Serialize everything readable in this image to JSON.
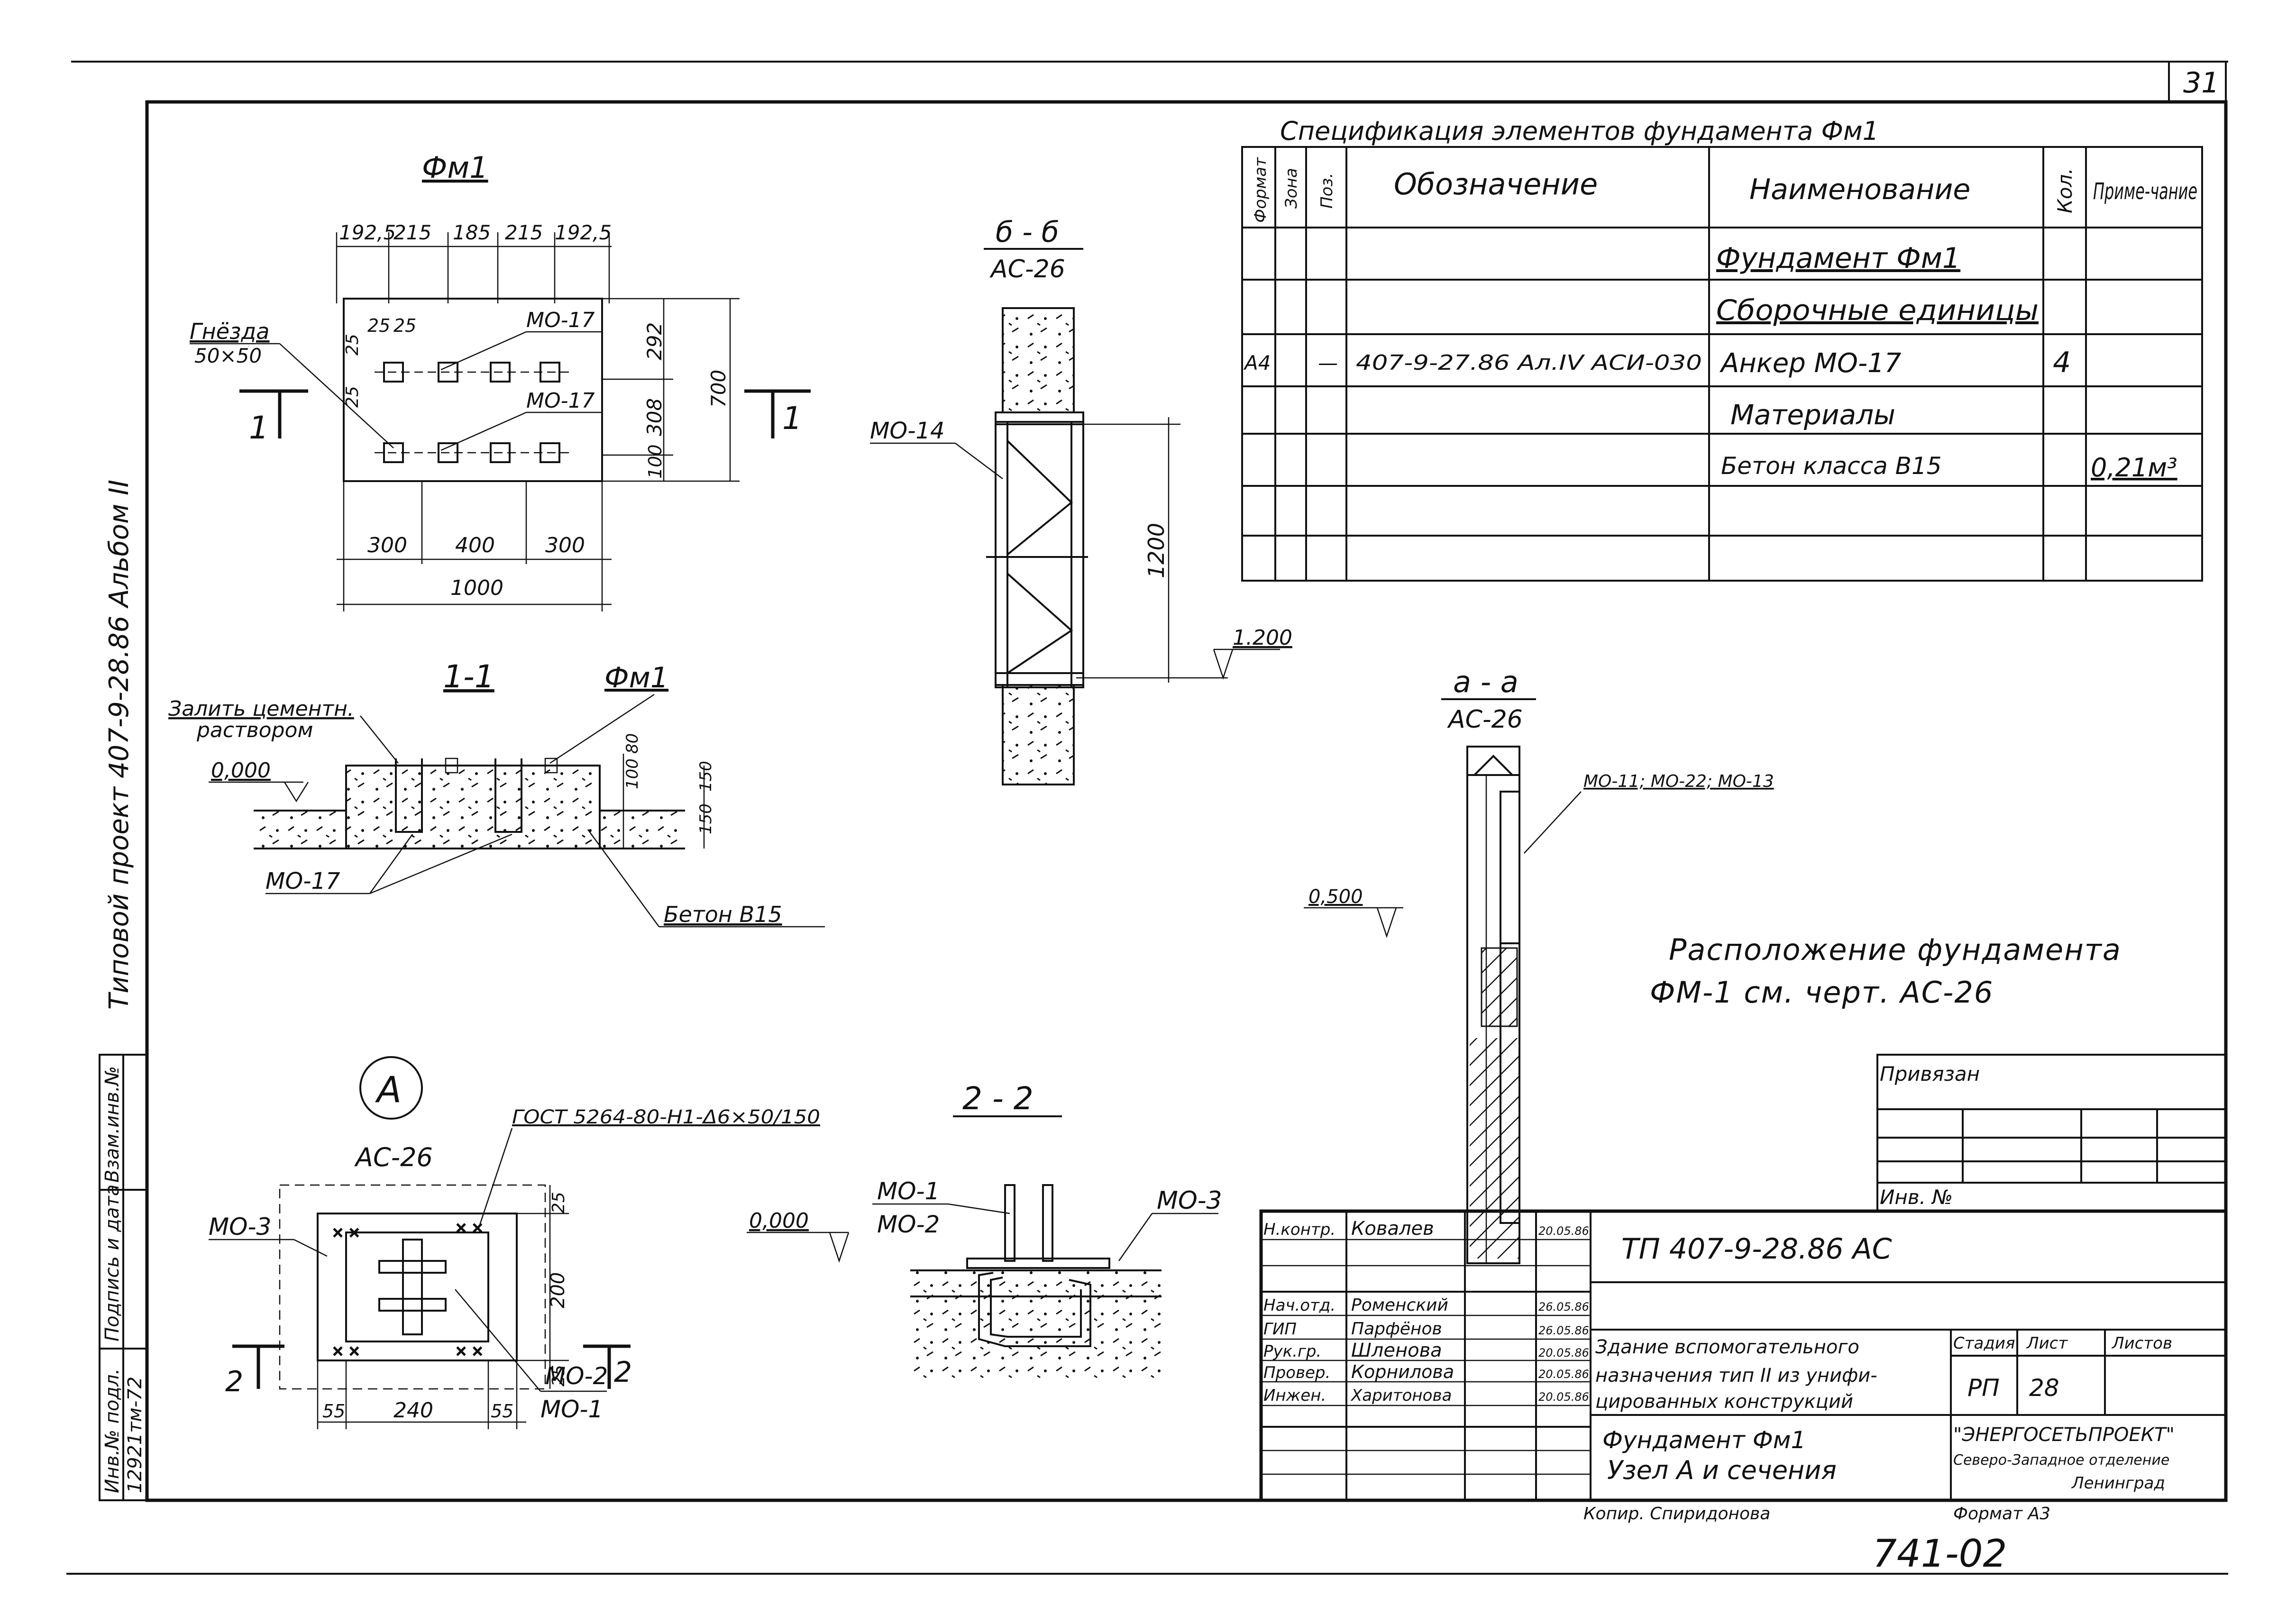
{
  "sheet_number": "31",
  "side_label": "Типовой проект 407-9-28.86 Альбом II",
  "plan": {
    "title": "Фм1",
    "top_dims": [
      "192,5",
      "215",
      "185",
      "215",
      "192,5"
    ],
    "small_dims": [
      "25",
      "25"
    ],
    "small_dim_left": "25",
    "small_dim_left2": "25",
    "right_dims": [
      "292",
      "308",
      "100"
    ],
    "overall_height": "700",
    "bottom_dims": [
      "300",
      "400",
      "300"
    ],
    "overall_width": "1000",
    "nest_label": "Гнёзда",
    "nest_size": "50×50",
    "anchor_labels": [
      "МО-17",
      "МО-17"
    ],
    "cut_mark": "1"
  },
  "section_1_1": {
    "title": "1-1",
    "ref": "Фм1",
    "grout_label_1": "Залить цементн.",
    "grout_label_2": "раствором",
    "level": "0,000",
    "dims": [
      "80",
      "100",
      "150",
      "150"
    ],
    "anchor_label": "МО-17",
    "concrete_label": "Бетон В15"
  },
  "section_b_b": {
    "title": "б - б",
    "sheet": "АС-26",
    "label": "МО-14",
    "height": "1200",
    "level": "1.200"
  },
  "spec": {
    "title": "Спецификация элементов фундамента Фм1",
    "headers": [
      "Формат",
      "Зона",
      "Поз.",
      "Обозначение",
      "Наименование",
      "Кол.",
      "Приме-чание"
    ],
    "rows": [
      [
        "",
        "",
        "",
        "",
        "Фундамент Фм1",
        "",
        ""
      ],
      [
        "",
        "",
        "",
        "",
        "Сборочные единицы",
        "",
        ""
      ],
      [
        "А4",
        "",
        "—",
        "407-9-27.86 Ал.IV АСИ-030",
        "Анкер  МО-17",
        "4",
        ""
      ],
      [
        "",
        "",
        "",
        "",
        "Материалы",
        "",
        ""
      ],
      [
        "",
        "",
        "",
        "",
        "Бетон класса В15",
        "",
        "0,21м³"
      ],
      [
        "",
        "",
        "",
        "",
        "",
        "",
        ""
      ],
      [
        "",
        "",
        "",
        "",
        "",
        "",
        ""
      ]
    ]
  },
  "section_a_a": {
    "title": "а - а",
    "sheet": "АС-26",
    "label": "МО-11; МО-22; МО-13",
    "level": "0,500"
  },
  "note": {
    "line1": "Расположение фундамента",
    "line2": "ФМ-1 см. черт. АС-26"
  },
  "node_a": {
    "letter": "А",
    "sheet": "АС-26",
    "gost": "ГОСТ 5264-80-Н1-Δ6×50/150",
    "labels": [
      "МО-3",
      "МО-2",
      "МО-1"
    ],
    "dims_right": [
      "25",
      "200",
      "25"
    ],
    "dims_bottom": [
      "55",
      "240",
      "55"
    ],
    "cut_left": "2",
    "cut_right": "2"
  },
  "section_2_2": {
    "title": "2 - 2",
    "level": "0,000",
    "label_top": "МО-1",
    "label_bottom": "МО-2",
    "label_right": "МО-3"
  },
  "title_block": {
    "bound_label": "Привязан",
    "inv_label": "Инв. №",
    "code": "ТП  407-9-28.86  АС",
    "roles": [
      "Н.контр.",
      "Нач.отд.",
      "ГИП",
      "Рук.гр.",
      "Провер.",
      "Инжен."
    ],
    "names": [
      "Ковалев",
      "Роменский",
      "Парфёнов",
      "Шленова",
      "Корнилова",
      "Харитонова"
    ],
    "dates": [
      "20.05.86",
      "26.05.86",
      "26.05.86",
      "20.05.86",
      "20.05.86",
      "20.05.86"
    ],
    "building_1": "Здание вспомогательного",
    "building_2": "назначения тип II из унифи-",
    "building_3": "цированных конструкций",
    "stage_label": "Стадия",
    "sheet_label": "Лист",
    "sheets_label": "Листов",
    "stage": "РП",
    "sheet": "28",
    "drawing_1": "Фундамент  Фм1",
    "drawing_2": "Узел А и сечения",
    "org_1": "\"ЭНЕРГОСЕТЬПРОЕКТ\"",
    "org_2": "Северо-Западное отделение",
    "org_3": "Ленинград",
    "copied": "Копир.  Спиридонова",
    "format": "Формат А3",
    "stamp": "741-02"
  },
  "side_stamp": {
    "labels": [
      "Инв.№ подл.",
      "Подпись и дата",
      "Взам.инв.№"
    ],
    "inv_value": "12921тм-72"
  }
}
